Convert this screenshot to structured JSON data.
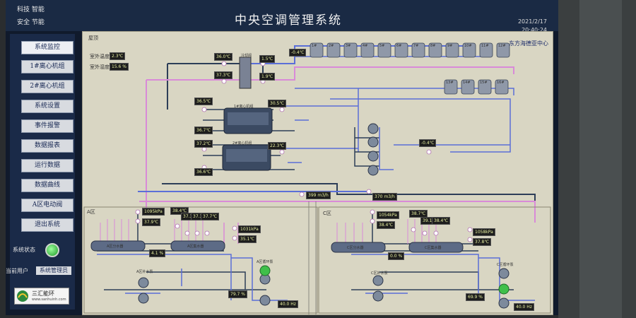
{
  "header": {
    "brand_top": "科技  智能",
    "brand_bottom": "安全  节能",
    "title": "中央空调管理系统",
    "date": "2021/2/17",
    "time": "20:40:24",
    "org": "东方海德亚中心"
  },
  "sidebar": {
    "items": [
      {
        "label": "系统监控",
        "active": true
      },
      {
        "label": "1#离心机组",
        "active": false
      },
      {
        "label": "2#离心机组",
        "active": false
      },
      {
        "label": "系统设置",
        "active": false
      },
      {
        "label": "事件报警",
        "active": false
      },
      {
        "label": "数据报表",
        "active": false
      },
      {
        "label": "运行数据",
        "active": false
      },
      {
        "label": "数据曲线",
        "active": false
      },
      {
        "label": "A区电动阀",
        "active": false
      },
      {
        "label": "退出系统",
        "active": false
      }
    ],
    "status_label": "系统状态",
    "user_label": "当前用户",
    "user_value": "系统管理员",
    "logo_text": "三汇能环",
    "logo_url": "www.sanhuinh.com"
  },
  "panel": {
    "roof_label": "屋顶",
    "outdoor_temp_label": "室外温度",
    "outdoor_temp": "2.3℃",
    "outdoor_hum_label": "室外湿度",
    "outdoor_hum": "15.6 %",
    "chiller1_label": "1#离心机组",
    "chiller2_label": "2#离心机组",
    "valve_label": "冷却阀",
    "values": {
      "t_sup_top": "36.0℃",
      "t_ret_top": "37.3℃",
      "t_mid1": "1.5℃",
      "t_mid2": "1.9℃",
      "t_tower": "-0.4℃",
      "ch1_left": "36.5℃",
      "ch1_left2": "36.7℃",
      "ch1_right": "30.5℃",
      "ch2_left": "37.2℃",
      "ch2_left2": "36.6℃",
      "ch2_right": "22.3℃",
      "t_right": "-0.4℃",
      "flow1": "399 m3/h",
      "flow2": "370 m3/h"
    },
    "tower_labels": [
      "1#",
      "2#",
      "3#",
      "4#",
      "5#",
      "6#",
      "7#",
      "8#",
      "9#",
      "10#",
      "11#",
      "12#",
      "13#",
      "14#",
      "15#",
      "16#"
    ],
    "zone_a": {
      "label": "A区",
      "p1": "1095kPa",
      "t1": "37.9℃",
      "t_small": [
        "38.4℃",
        "37.3℃",
        "37.3℃",
        "37.7℃"
      ],
      "p2": "1031kPa",
      "t2": "35.1℃",
      "pct": "4.1 %",
      "pct2": "79.7 %",
      "hz": "40.0 Hz",
      "manifold_left": "A区分水器",
      "manifold_right": "A区集水器",
      "pump_left": "A区补水泵",
      "pump_right": "A区循环泵"
    },
    "zone_c": {
      "label": "C区",
      "p1": "1054kPa",
      "t1": "38.4℃",
      "t_small": [
        "38.7℃",
        "39.1℃",
        "38.4℃"
      ],
      "p2": "1058kPa",
      "t2": "37.8℃",
      "pct": "0.0 %",
      "pct2": "69.9 %",
      "hz": "40.0 Hz",
      "manifold_left": "C区分水器",
      "manifold_right": "C区集水器",
      "pump_left": "C区补水泵",
      "pump_right": "C区循环泵"
    }
  },
  "colors": {
    "supply_pipe": "#5b6fd8",
    "return_pipe": "#d98ad8",
    "dark_pipe": "#2d3e58",
    "panel_bg": "#d9d6c3",
    "nav_bg": "#1a2a48"
  }
}
